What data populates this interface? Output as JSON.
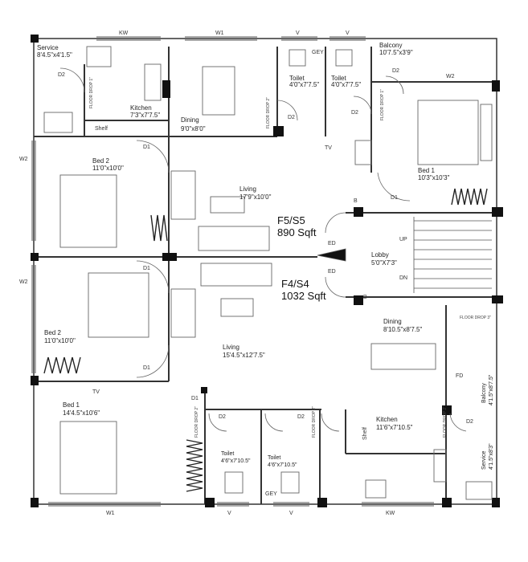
{
  "flat_upper": {
    "name": "F5/S5",
    "area": "890 Sqft"
  },
  "flat_lower": {
    "name": "F4/S4",
    "area": "1032 Sqft"
  },
  "rooms": {
    "service_top": {
      "name": "Service",
      "dim": "8'4.5\"x4'1.5\""
    },
    "kitchen_top": {
      "name": "Kitchen",
      "dim": "7'3\"x7'7.5\""
    },
    "dining_top": {
      "name": "Dining",
      "dim": "9'0\"x8'0\""
    },
    "toilet_top1": {
      "name": "Toilet",
      "dim": "4'0\"x7'7.5\""
    },
    "toilet_top2": {
      "name": "Toilet",
      "dim": "4'0\"x7'7.5\""
    },
    "balcony_top": {
      "name": "Balcony",
      "dim": "10'7.5\"x3'9\""
    },
    "bed2_top": {
      "name": "Bed 2",
      "dim": "11'0\"x10'0\""
    },
    "living_top": {
      "name": "Living",
      "dim": "17'9\"x10'0\""
    },
    "bed1_top": {
      "name": "Bed 1",
      "dim": "10'3\"x10'3\""
    },
    "lobby": {
      "name": "Lobby",
      "dim": "5'0\"X7'3\""
    },
    "bed2_bottom": {
      "name": "Bed 2",
      "dim": "11'0\"x10'0\""
    },
    "living_bottom": {
      "name": "Living",
      "dim": "15'4.5\"x12'7.5\""
    },
    "dining_bottom": {
      "name": "Dining",
      "dim": "8'10.5\"x8'7.5\""
    },
    "bed1_bottom": {
      "name": "Bed 1",
      "dim": "14'4.5\"x10'6\""
    },
    "toilet_bot1": {
      "name": "Toilet",
      "dim": "4'6\"x7'10.5\""
    },
    "toilet_bot2": {
      "name": "Toilet",
      "dim": "4'6\"x7'10.5\""
    },
    "kitchen_bottom": {
      "name": "Kitchen",
      "dim": "11'6\"x7'10.5\""
    },
    "balcony_bottom": {
      "name": "Balcony",
      "dim": "4'1.5\"x8'7.5\""
    },
    "service_bottom": {
      "name": "Service",
      "dim": "4'1.5\"x8'3\""
    }
  },
  "labels": {
    "kw": "KW",
    "w1": "W1",
    "w2": "W2",
    "v": "V",
    "d1": "D1",
    "d2": "D2",
    "tv": "TV",
    "shelf": "Shelf",
    "up": "UP",
    "dn": "DN",
    "ed": "ED",
    "fd": "FD",
    "gey": "GEY",
    "b": "B",
    "s": "S",
    "floor_drop_3": "FLOOR DROP 3\"",
    "floor_drop_2": "FLOOR DROP 2\"",
    "floor_drop_1": "FLOOR DROP 1\""
  }
}
